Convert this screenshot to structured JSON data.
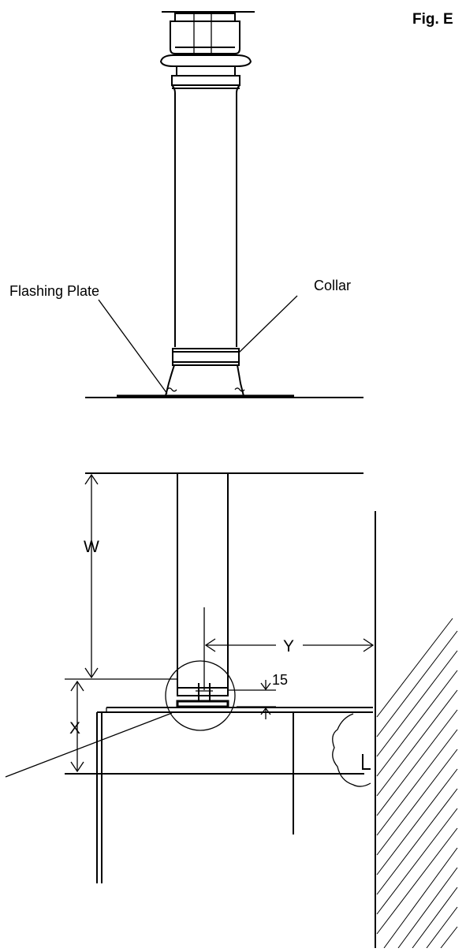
{
  "figure": {
    "title": "Fig. E",
    "labels": {
      "flashing_plate": "Flashing Plate",
      "collar": "Collar"
    },
    "dimensions": {
      "w": "W",
      "x": "X",
      "y": "Y",
      "gap": "15"
    }
  }
}
